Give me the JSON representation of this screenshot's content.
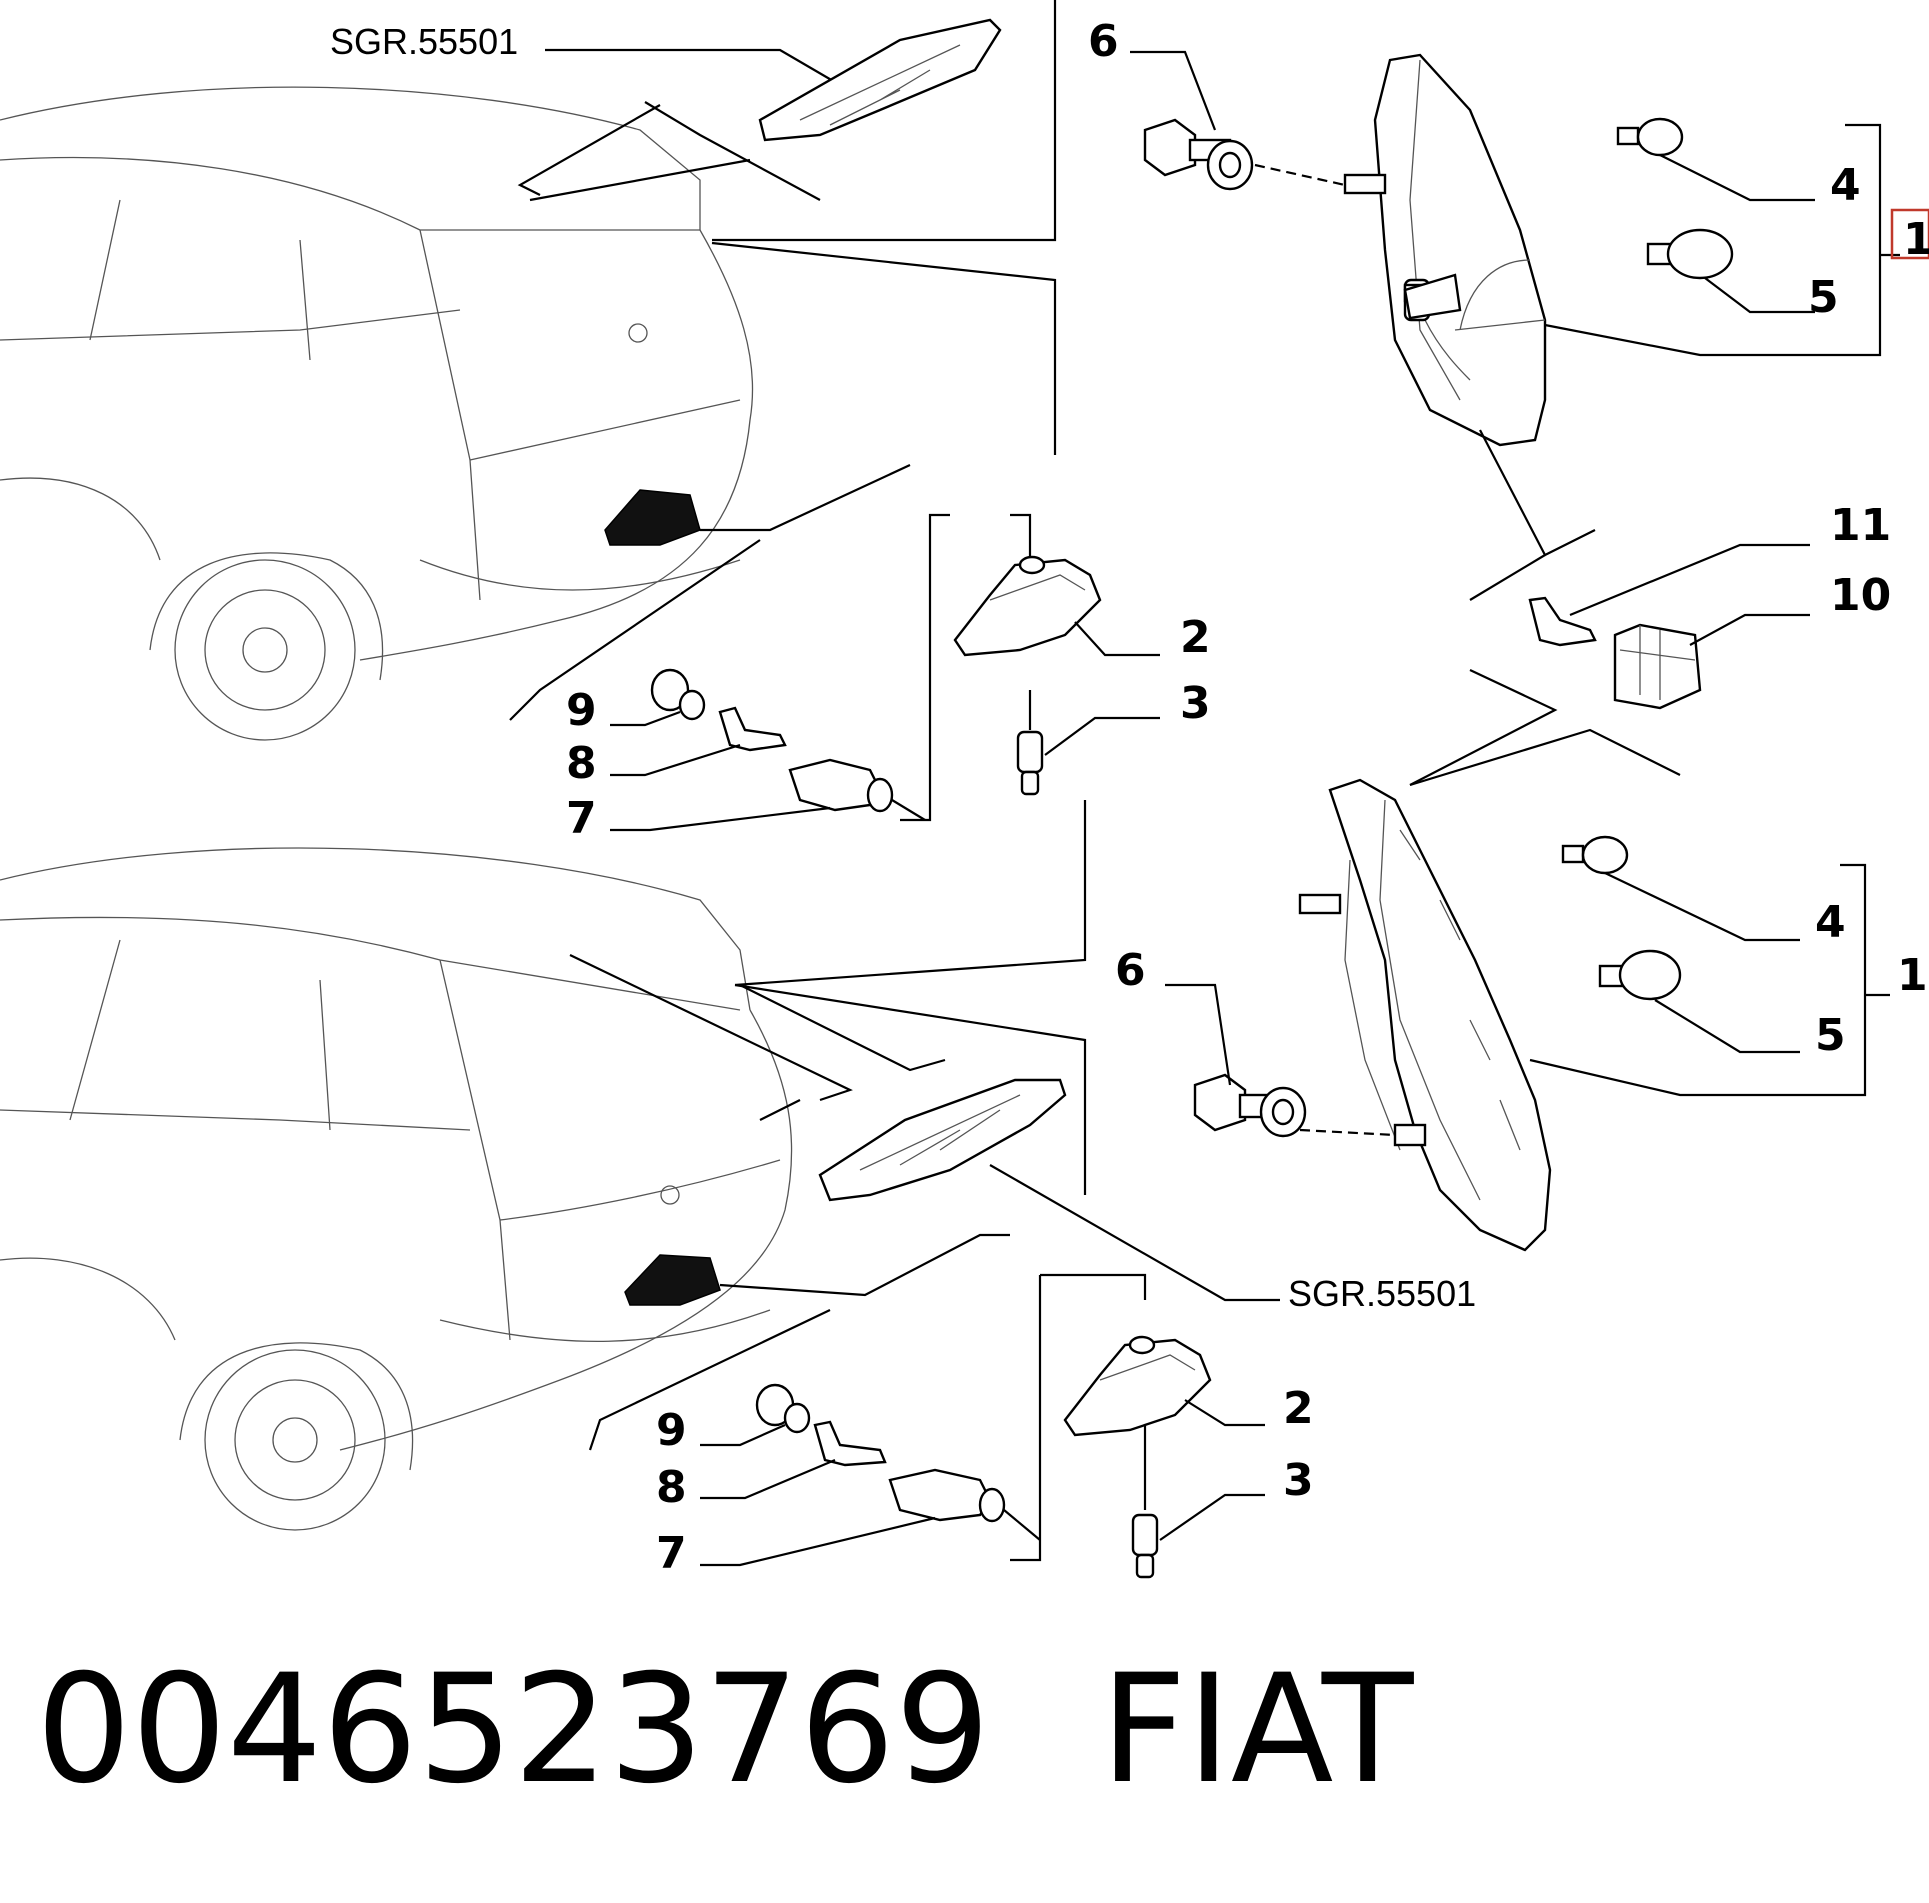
{
  "footer": {
    "part_number": "0046523769",
    "brand": "FIAT"
  },
  "diagram": {
    "references": [
      "SGR.55501",
      "SGR.55501"
    ],
    "callouts_top": [
      "6",
      "4",
      "5",
      "1",
      "11",
      "10",
      "2",
      "3",
      "9",
      "8",
      "7"
    ],
    "callouts_bottom": [
      "4",
      "1",
      "5",
      "6",
      "2",
      "3",
      "9",
      "8",
      "7"
    ]
  },
  "colors": {
    "line": "#000000",
    "highlight_box": "#c0392b"
  }
}
